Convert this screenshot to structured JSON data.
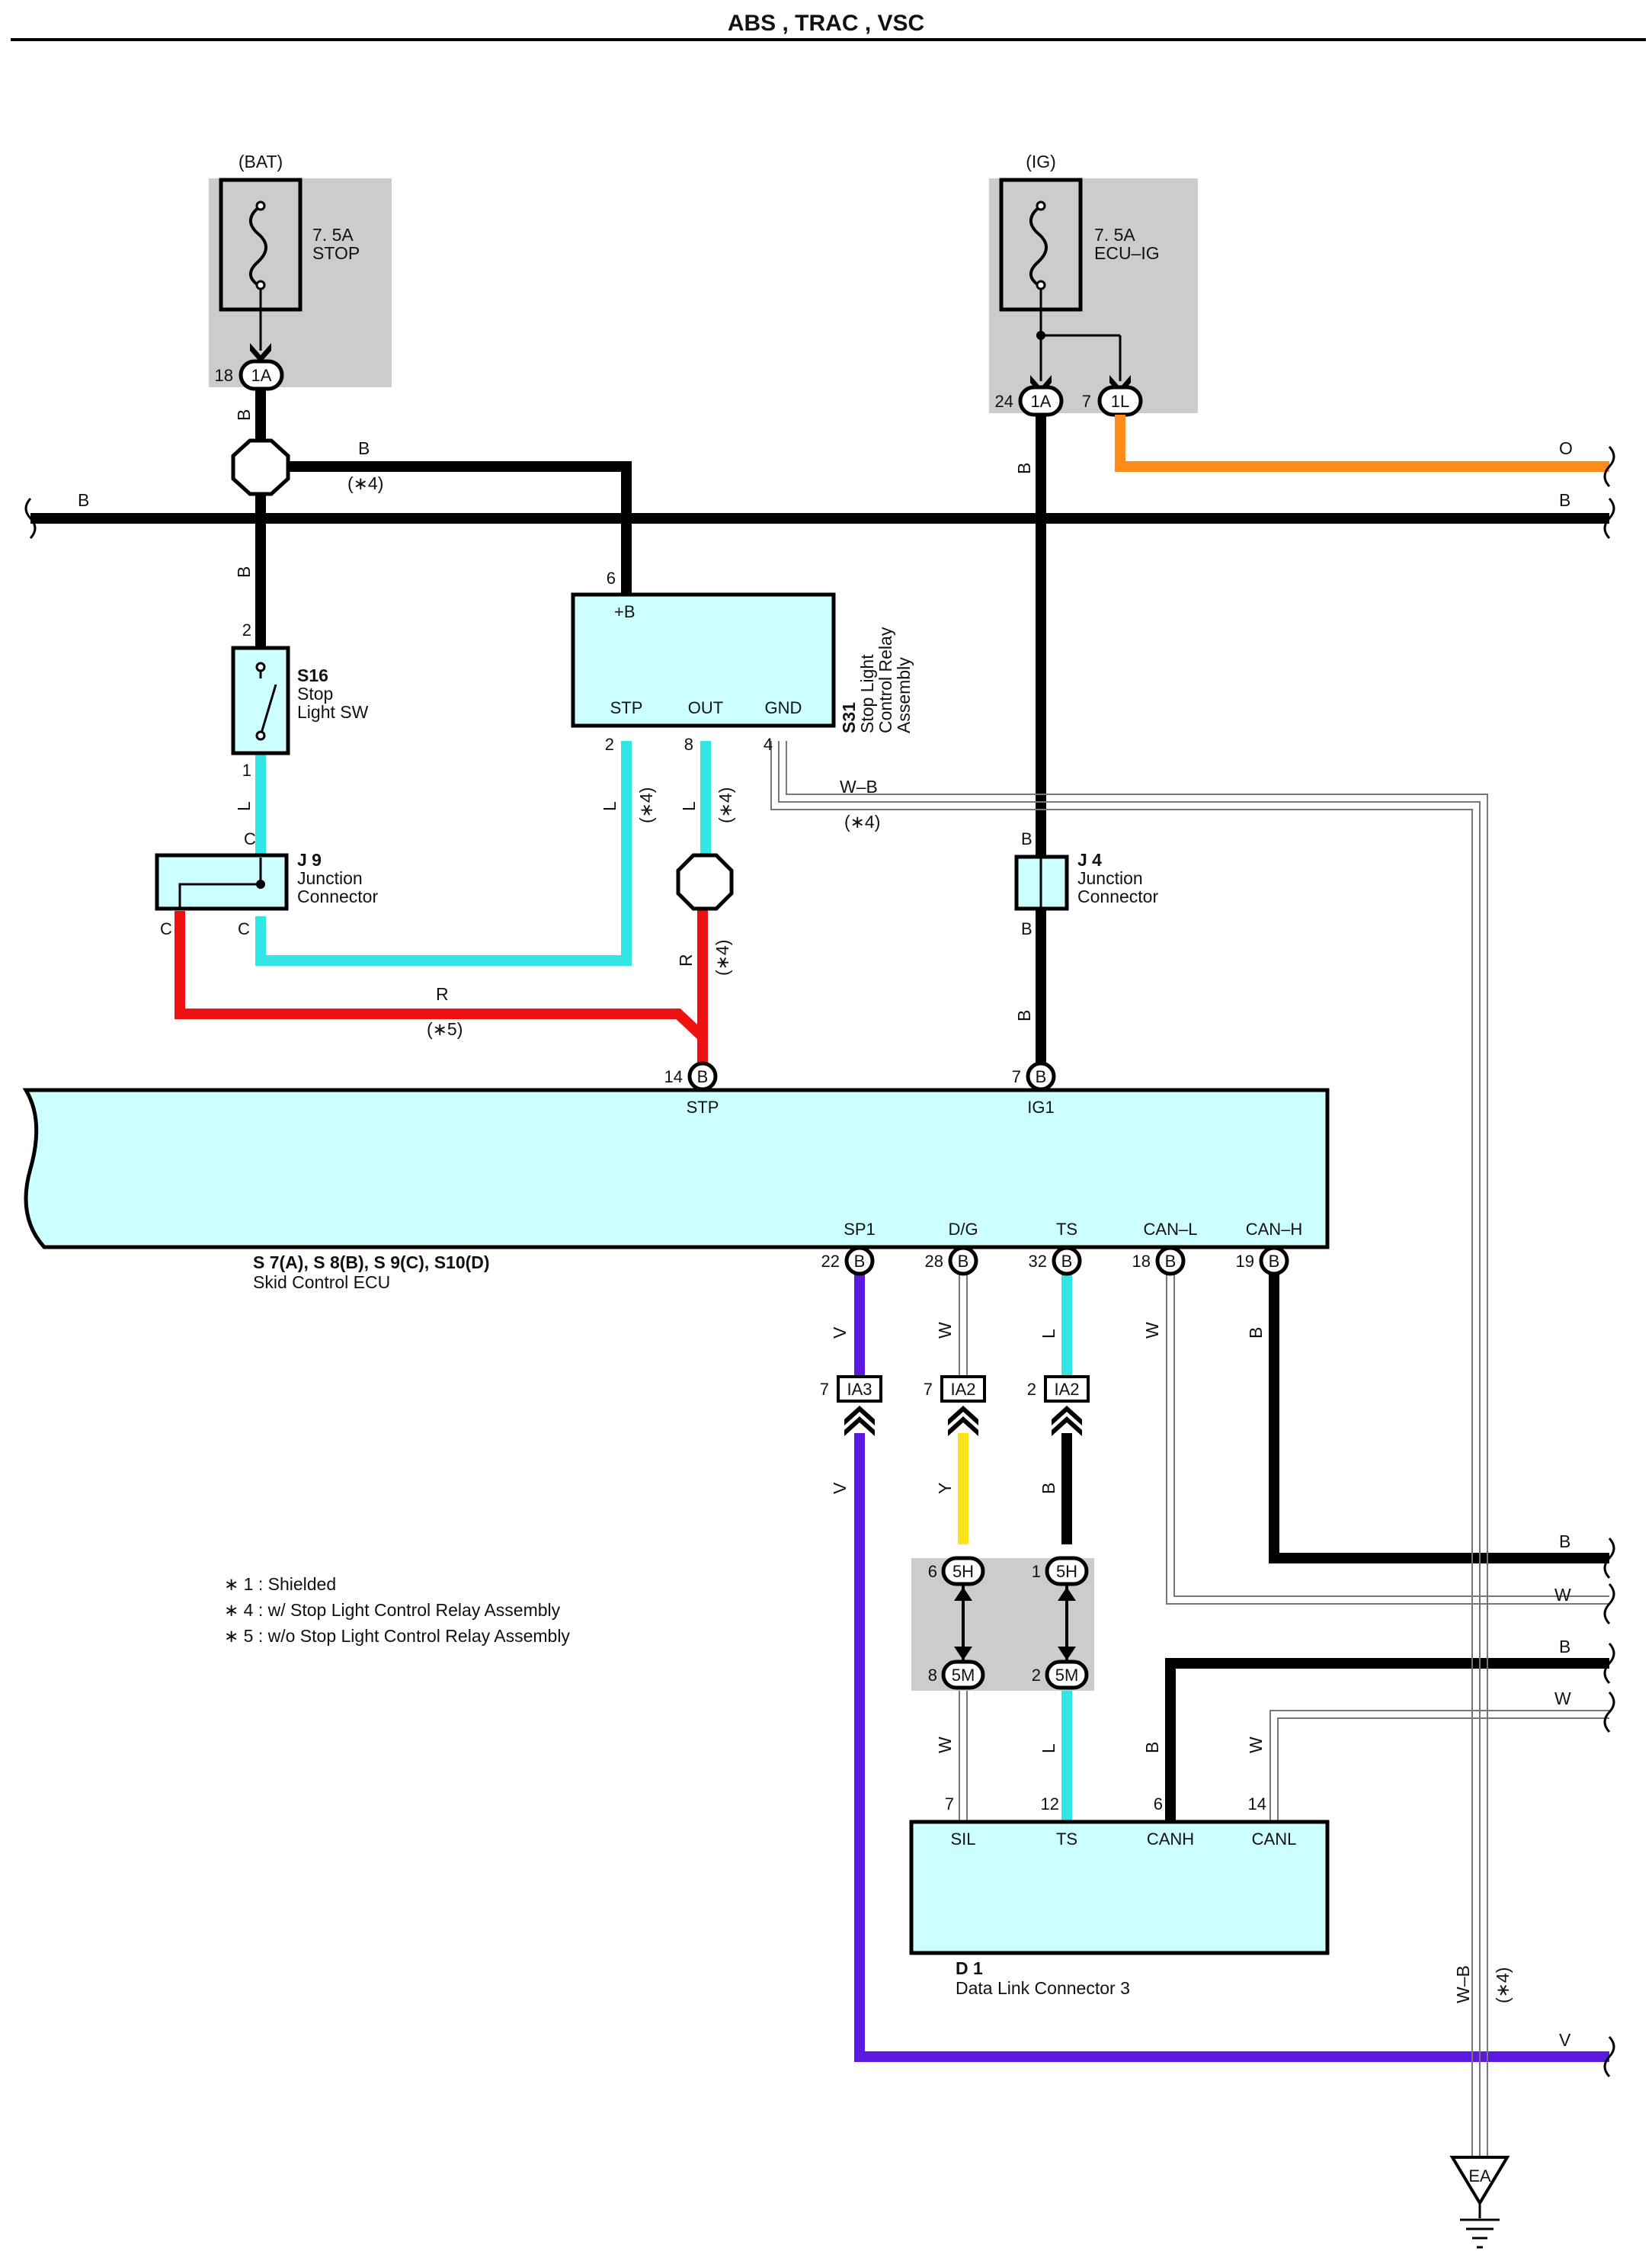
{
  "title": "ABS , TRAC , VSC",
  "colors": {
    "black": "#000000",
    "cyan": "#33e6e6",
    "red": "#ee1111",
    "orange": "#ff8c1a",
    "violet": "#5a1ae0",
    "yellow": "#ffe21a",
    "box_fill": "#ccffff",
    "fuse_bg": "#cccccc"
  },
  "fuses": {
    "stop": {
      "source": "(BAT)",
      "rating": "7. 5A",
      "name": "STOP",
      "connector": "1A",
      "pin": "18"
    },
    "ecuig": {
      "source": "(IG)",
      "rating": "7. 5A",
      "name": "ECU–IG",
      "connector_a": "1A",
      "pin_a": "24",
      "connector_b": "1L",
      "pin_b": "7"
    }
  },
  "components": {
    "s16": {
      "code": "S16",
      "name1": "Stop",
      "name2": "Light SW",
      "pin_top": "2",
      "pin_bottom": "1"
    },
    "s31": {
      "code": "S31",
      "name1": "Stop Light",
      "name2": "Control Relay",
      "name3": "Assembly",
      "pin_b": "6",
      "term_b": "+B",
      "term_stp": "STP",
      "term_out": "OUT",
      "term_gnd": "GND",
      "pin_stp": "2",
      "pin_out": "8",
      "pin_gnd": "4"
    },
    "j9": {
      "code": "J 9",
      "name1": "Junction",
      "name2": "Connector",
      "c_top": "C",
      "c_left": "C",
      "c_right": "C"
    },
    "j4": {
      "code": "J 4",
      "name1": "Junction",
      "name2": "Connector",
      "b_top": "B",
      "b_bottom": "B"
    },
    "ecu": {
      "code": "S 7(A), S 8(B), S 9(C), S10(D)",
      "name": "Skid Control ECU",
      "conn": "B",
      "term_stp": "STP",
      "pin_stp": "14",
      "term_ig1": "IG1",
      "pin_ig1": "7",
      "term_sp1": "SP1",
      "pin_sp1": "22",
      "term_dg": "D/G",
      "pin_dg": "28",
      "term_ts": "TS",
      "pin_ts": "32",
      "term_canl": "CAN–L",
      "pin_canl": "18",
      "term_canh": "CAN–H",
      "pin_canh": "19"
    },
    "d1": {
      "code": "D 1",
      "name": "Data Link Connector 3",
      "term_sil": "SIL",
      "pin_sil": "7",
      "term_ts": "TS",
      "pin_ts": "12",
      "term_canh": "CANH",
      "pin_canh": "6",
      "term_canl": "CANL",
      "pin_canl": "14"
    },
    "ia": {
      "ia3": "IA3",
      "pin_ia3": "7",
      "ia2a": "IA2",
      "pin_ia2a": "7",
      "ia2b": "IA2",
      "pin_ia2b": "2"
    },
    "splice": {
      "5h": "5H",
      "5m": "5M",
      "pin_5h_a": "6",
      "pin_5h_b": "1",
      "pin_5m_a": "8",
      "pin_5m_b": "2"
    },
    "ground": {
      "name": "EA"
    }
  },
  "wires": {
    "b": "B",
    "l": "L",
    "r": "R",
    "w": "W",
    "v": "V",
    "y": "Y",
    "o": "O",
    "wb": "W–B",
    "note4": "(∗4)",
    "note5": "(∗5)"
  },
  "notes": [
    "∗ 1 : Shielded",
    "∗ 4 : w/ Stop Light Control Relay Assembly",
    "∗ 5 : w/o Stop Light Control Relay Assembly"
  ]
}
